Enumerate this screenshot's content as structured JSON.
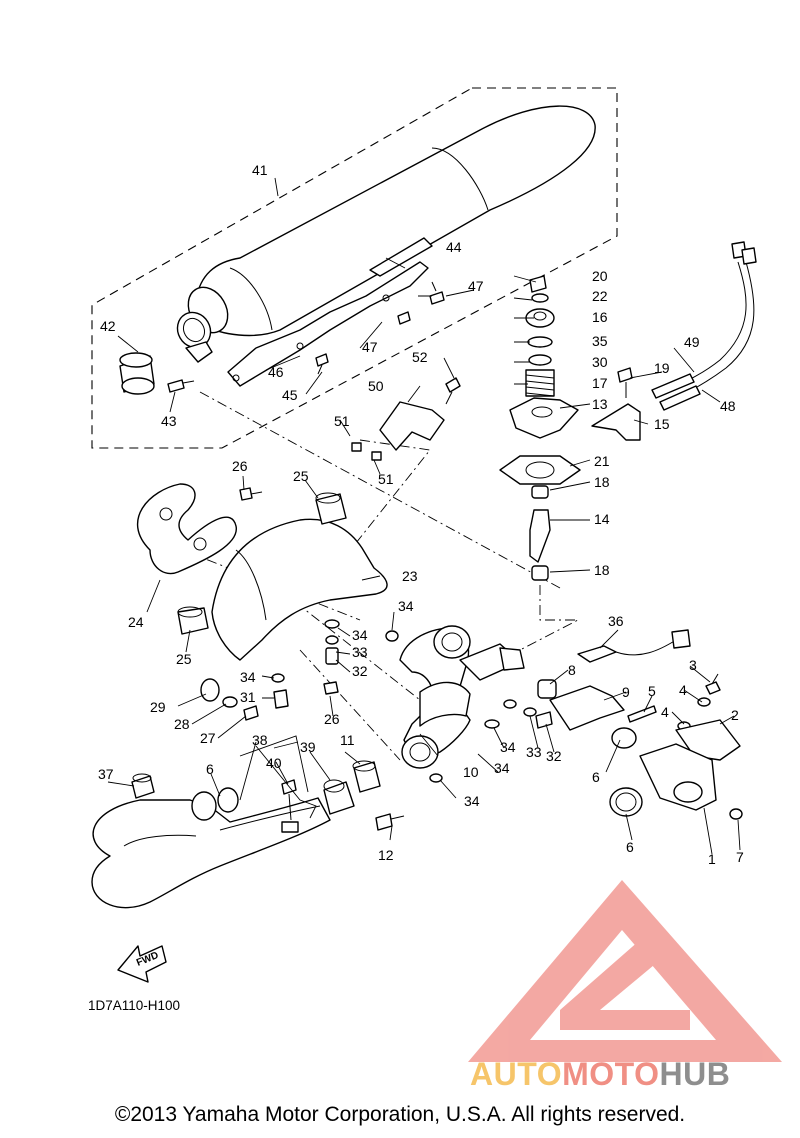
{
  "diagram": {
    "callouts": [
      "1",
      "2",
      "3",
      "4",
      "4",
      "5",
      "6",
      "6",
      "6",
      "7",
      "8",
      "9",
      "10",
      "11",
      "12",
      "13",
      "14",
      "15",
      "16",
      "17",
      "18",
      "18",
      "19",
      "20",
      "21",
      "22",
      "23",
      "24",
      "25",
      "25",
      "26",
      "26",
      "27",
      "28",
      "29",
      "30",
      "31",
      "32",
      "32",
      "33",
      "33",
      "34",
      "34",
      "34",
      "34",
      "34",
      "34",
      "35",
      "36",
      "37",
      "38",
      "39",
      "40",
      "41",
      "42",
      "43",
      "44",
      "45",
      "46",
      "47",
      "47",
      "48",
      "49",
      "50",
      "51",
      "51",
      "52"
    ],
    "drawing_code": "1D7A110-H100",
    "fwd_label": "FWD"
  },
  "watermark": {
    "brand_part1": "AUTO",
    "brand_part2": "MOTO",
    "brand_part3": "HUB",
    "colors": {
      "part1": "#f6c56a",
      "part2": "#f08f84",
      "part3": "#8e8e8e",
      "logo": "#f29a93"
    }
  },
  "footer": {
    "copyright": "©2013 Yamaha Motor Corporation, U.S.A. All rights reserved."
  }
}
